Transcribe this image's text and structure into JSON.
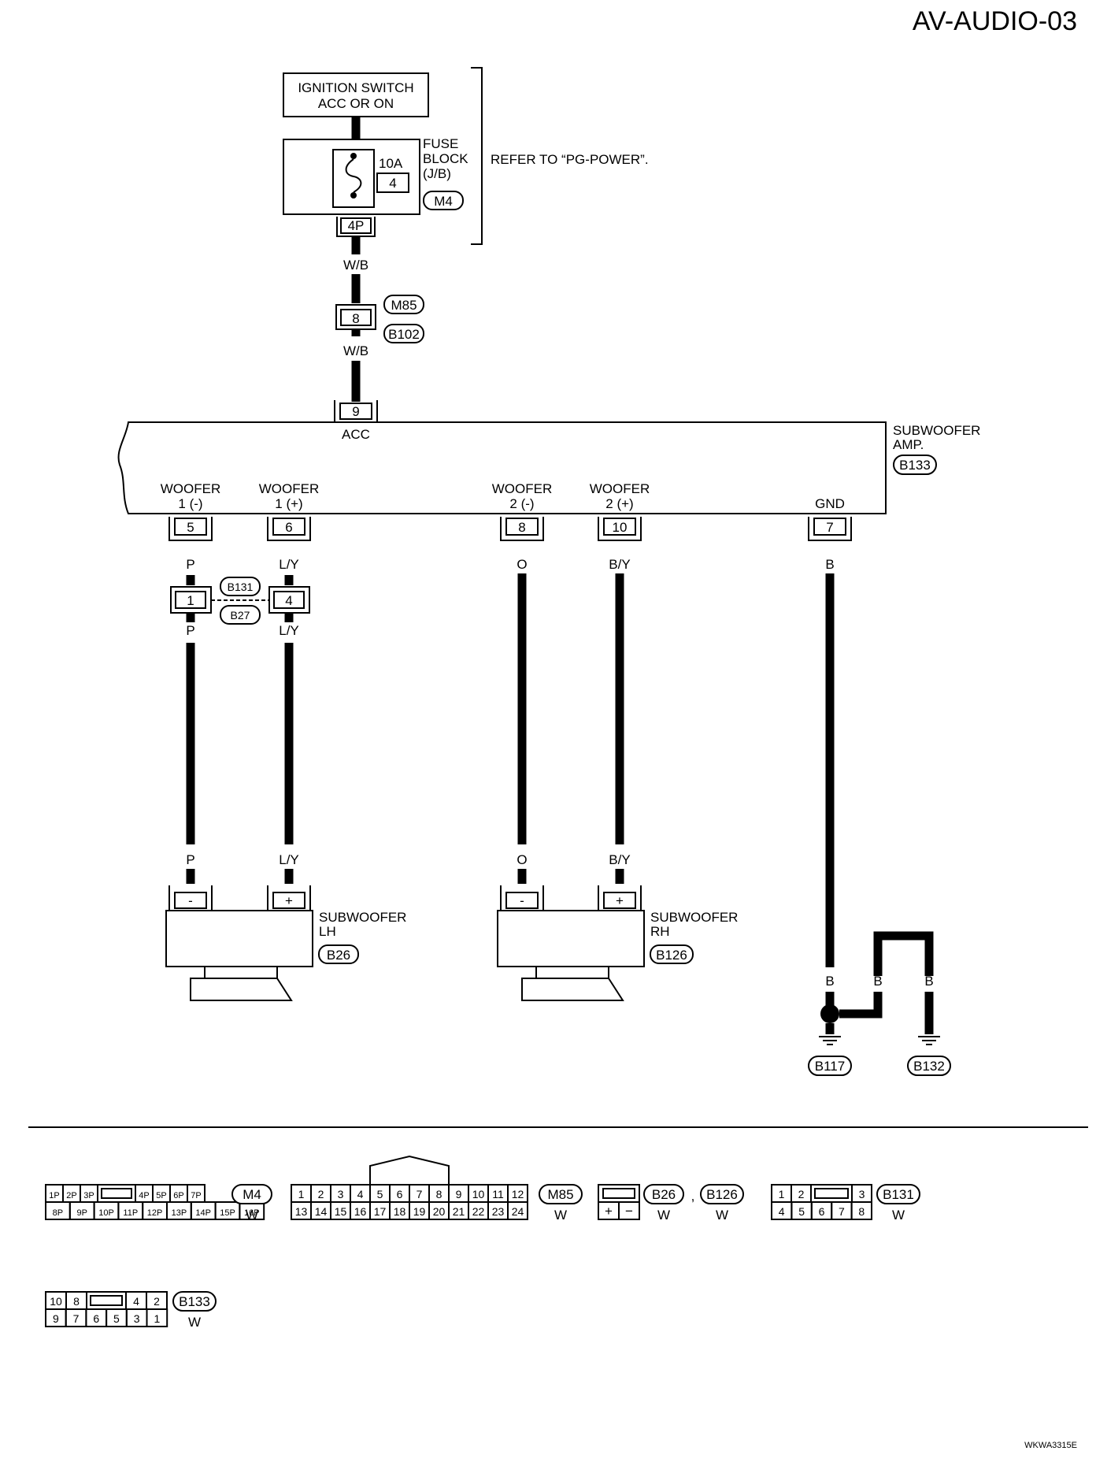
{
  "page_code": "AV-AUDIO-03",
  "figure_code": "WKWA3315E",
  "power": {
    "ignition_line1": "IGNITION SWITCH",
    "ignition_line2": "ACC OR ON",
    "fuse_amp": "10A",
    "fuse_no": "4",
    "fuse_block_line1": "FUSE",
    "fuse_block_line2": "BLOCK",
    "fuse_block_line3": "(J/B)",
    "fuse_block_connector": "M4",
    "fuse_terminal": "4P",
    "refer_note": "REFER TO “PG-POWER”.",
    "wire_color_upper": "W/B",
    "wire_color_lower": "W/B",
    "joint_terminal": "8",
    "joint_connector_a": "M85",
    "joint_connector_b": "B102"
  },
  "amp": {
    "name_line1": "SUBWOOFER",
    "name_line2": "AMP.",
    "connector": "B133",
    "acc_terminal": "9",
    "acc_label": "ACC",
    "terminals": [
      {
        "line1": "WOOFER",
        "line2": "1 (-)",
        "no": "5",
        "color_top": "P",
        "color_mid": "P",
        "color_bottom": "P"
      },
      {
        "line1": "WOOFER",
        "line2": "1 (+)",
        "no": "6",
        "color_top": "L/Y",
        "color_mid": "L/Y",
        "color_bottom": "L/Y"
      },
      {
        "line1": "WOOFER",
        "line2": "2 (-)",
        "no": "8",
        "color_top": "O",
        "color_bottom": "O"
      },
      {
        "line1": "WOOFER",
        "line2": "2 (+)",
        "no": "10",
        "color_top": "B/Y",
        "color_bottom": "B/Y"
      },
      {
        "line1": "",
        "line2": "GND",
        "no": "7",
        "color_top": "B"
      }
    ]
  },
  "inline": {
    "terminal_a": "1",
    "terminal_b": "4",
    "connector_a": "B131",
    "connector_b": "B27"
  },
  "speakers": [
    {
      "name_line1": "SUBWOOFER",
      "name_line2": "LH",
      "connector": "B26",
      "minus": "-",
      "plus": "+"
    },
    {
      "name_line1": "SUBWOOFER",
      "name_line2": "RH",
      "connector": "B126",
      "minus": "-",
      "plus": "+"
    }
  ],
  "ground": {
    "color_1": "B",
    "color_2": "B",
    "color_3": "B",
    "ground_a": "B117",
    "ground_b": "B132"
  },
  "connector_views": {
    "m4": {
      "top": [
        "1P",
        "2P",
        "3P",
        "",
        "4P",
        "5P",
        "6P",
        "7P"
      ],
      "bottom": [
        "8P",
        "9P",
        "10P",
        "11P",
        "12P",
        "13P",
        "14P",
        "15P",
        "16P"
      ],
      "id": "M4",
      "color": "W"
    },
    "m85": {
      "top": [
        "1",
        "2",
        "3",
        "4",
        "5",
        "6",
        "7",
        "8",
        "9",
        "10",
        "11",
        "12"
      ],
      "bottom": [
        "13",
        "14",
        "15",
        "16",
        "17",
        "18",
        "19",
        "20",
        "21",
        "22",
        "23",
        "24"
      ],
      "id": "M85",
      "color": "W"
    },
    "b26": {
      "cells": [
        "+",
        "−"
      ],
      "id_a": "B26",
      "id_b": "B126",
      "separator": ",",
      "color_a": "W",
      "color_b": "W"
    },
    "b131": {
      "top": [
        "1",
        "2",
        "",
        "3"
      ],
      "bottom": [
        "4",
        "5",
        "6",
        "7",
        "8"
      ],
      "id": "B131",
      "color": "W"
    },
    "b133": {
      "top": [
        "10",
        "8",
        "",
        "4",
        "2"
      ],
      "bottom": [
        "9",
        "7",
        "6",
        "5",
        "3",
        "1"
      ],
      "id": "B133",
      "color": "W"
    }
  }
}
